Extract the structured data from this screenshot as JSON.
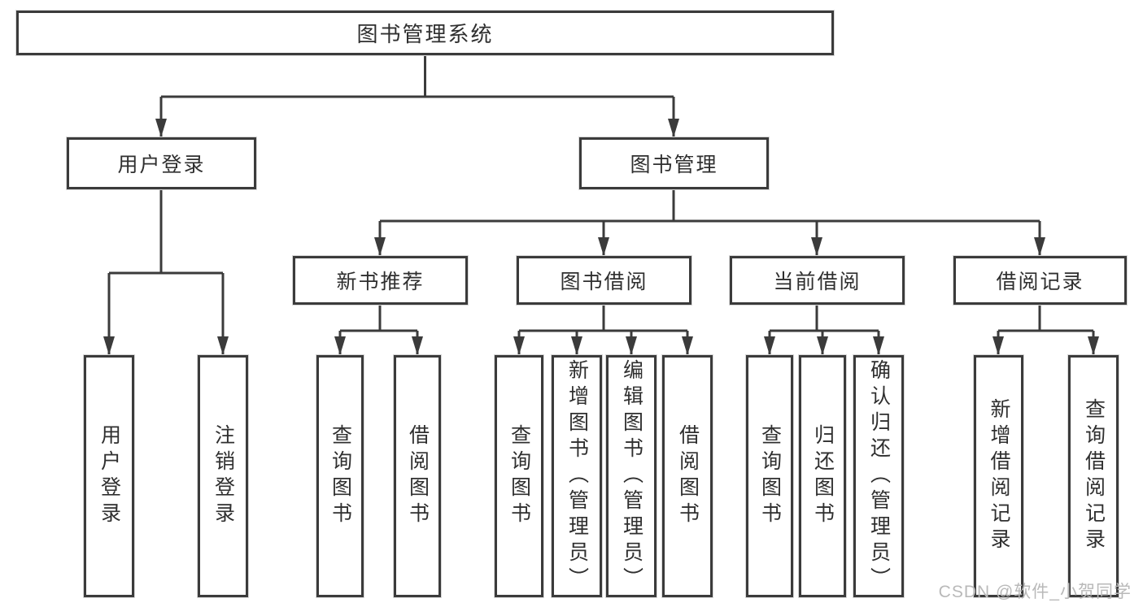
{
  "colors": {
    "line": "#3b3b3b",
    "box_border": "#3b3b3b",
    "text": "#2f2f2f",
    "watermark": "#b9b9b9",
    "background": "#ffffff"
  },
  "watermark": "CSDN @软件_小贺同学",
  "tree": {
    "label": "图书管理系统",
    "children": [
      {
        "label": "用户登录",
        "children": [
          {
            "label": "用户登录"
          },
          {
            "label": "注销登录"
          }
        ]
      },
      {
        "label": "图书管理",
        "children": [
          {
            "label": "新书推荐",
            "children": [
              {
                "label": "查询图书"
              },
              {
                "label": "借阅图书"
              }
            ]
          },
          {
            "label": "图书借阅",
            "children": [
              {
                "label": "查询图书"
              },
              {
                "label": "新增图书（管理员）"
              },
              {
                "label": "编辑图书（管理员）"
              },
              {
                "label": "借阅图书"
              }
            ]
          },
          {
            "label": "当前借阅",
            "children": [
              {
                "label": "查询图书"
              },
              {
                "label": "归还图书"
              },
              {
                "label": "确认归还（管理员）"
              }
            ]
          },
          {
            "label": "借阅记录",
            "children": [
              {
                "label": "新增借阅记录"
              },
              {
                "label": "查询借阅记录"
              }
            ]
          }
        ]
      }
    ]
  }
}
